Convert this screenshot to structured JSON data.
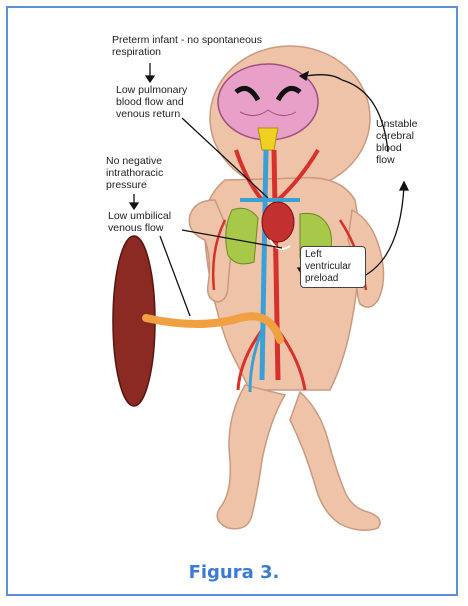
{
  "labels": {
    "preterm": "Preterm infant - no spontaneous\nrespiration",
    "low_pulmonary": "Low pulmonary\nblood flow and\nvenous return",
    "no_negative": "No negative\nintrathoracic\npressure",
    "low_umbilical": "Low umbilical\nvenous flow",
    "unstable_cerebral": "Unstable\ncerebral\nblood\nflow",
    "left_ventricular": "Left\nventricular\npreload"
  },
  "caption": "Figura 3.",
  "colors": {
    "skin": "#efc3a8",
    "skin_outline": "#c99a80",
    "brain": "#e8a0c8",
    "artery": "#d8302a",
    "vein": "#3aa0d8",
    "lung": "#a8c84a",
    "placenta": "#8a2a22",
    "cord": "#f0a040",
    "frame": "#5b8fd6",
    "caption": "#3a7bd5"
  }
}
